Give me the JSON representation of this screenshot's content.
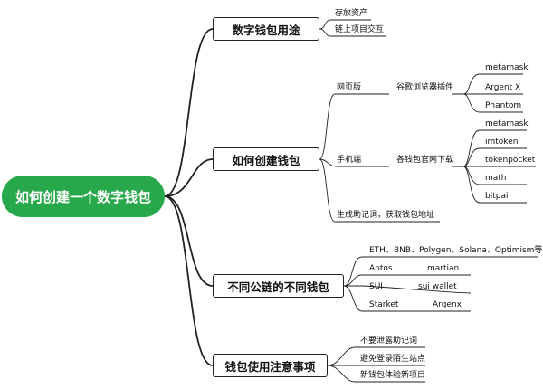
{
  "root": "如何创建一个数字钱包",
  "uses": {
    "title": "数字钱包用途",
    "items": [
      "存放资产",
      "链上项目交互"
    ]
  },
  "create": {
    "title": "如何创建钱包",
    "web": {
      "label": "网页版",
      "sub": "谷歌浏览器插件",
      "wallets": [
        "metamask",
        "Argent X",
        "Phantom"
      ]
    },
    "mobile": {
      "label": "手机端",
      "sub": "各钱包官网下载",
      "wallets": [
        "metamask",
        "imtoken",
        "tokenpocket",
        "math",
        "bitpai"
      ]
    },
    "mnemonic": "生成助记词，获取钱包地址"
  },
  "chains": {
    "title": "不同公链的不同钱包",
    "evm": "ETH、BNB、Polygen、Solana、Optimism等",
    "rows": [
      {
        "chain": "Aptos",
        "wallet": "martian"
      },
      {
        "chain": "SUI",
        "wallet": "sui wallet"
      },
      {
        "chain": "Starket",
        "wallet": "Argenx"
      }
    ]
  },
  "notes": {
    "title": "钱包使用注意事项",
    "items": [
      "不要泄露助记词",
      "避免登录陌生站点",
      "新钱包体验新项目"
    ]
  },
  "colors": {
    "root_bg": "#27a84a",
    "line": "#222222"
  }
}
